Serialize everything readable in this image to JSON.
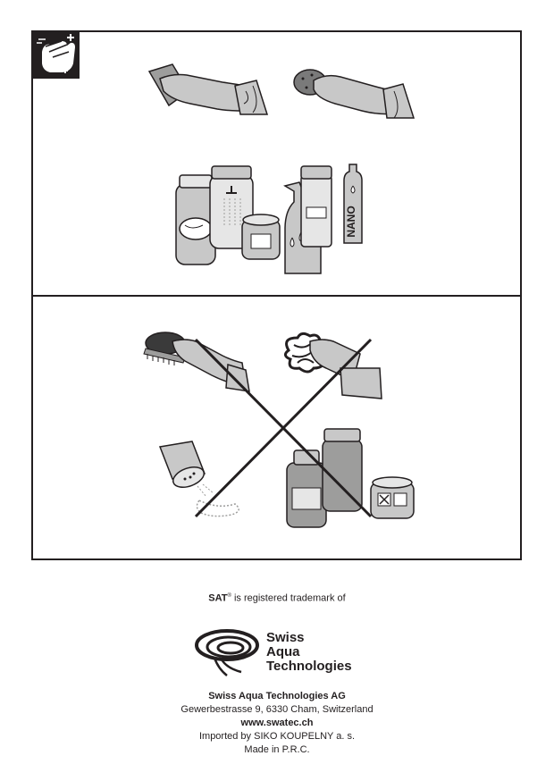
{
  "panels": {
    "do": {},
    "dont": {}
  },
  "bottle_label": "NANO",
  "trademark": {
    "brand": "SAT",
    "reg": "®",
    "text": " is registered trademark of"
  },
  "logo": {
    "line1": "Swiss",
    "line2": "Aqua",
    "line3": "Technologies"
  },
  "address": {
    "company": "Swiss Aqua Technologies AG",
    "street": "Gewerbestrasse 9, 6330 Cham, Switzerland",
    "web": "www.swatec.ch",
    "importer": "Imported by SIKO KOUPELNY a. s.",
    "origin": "Made in P.R.C."
  }
}
